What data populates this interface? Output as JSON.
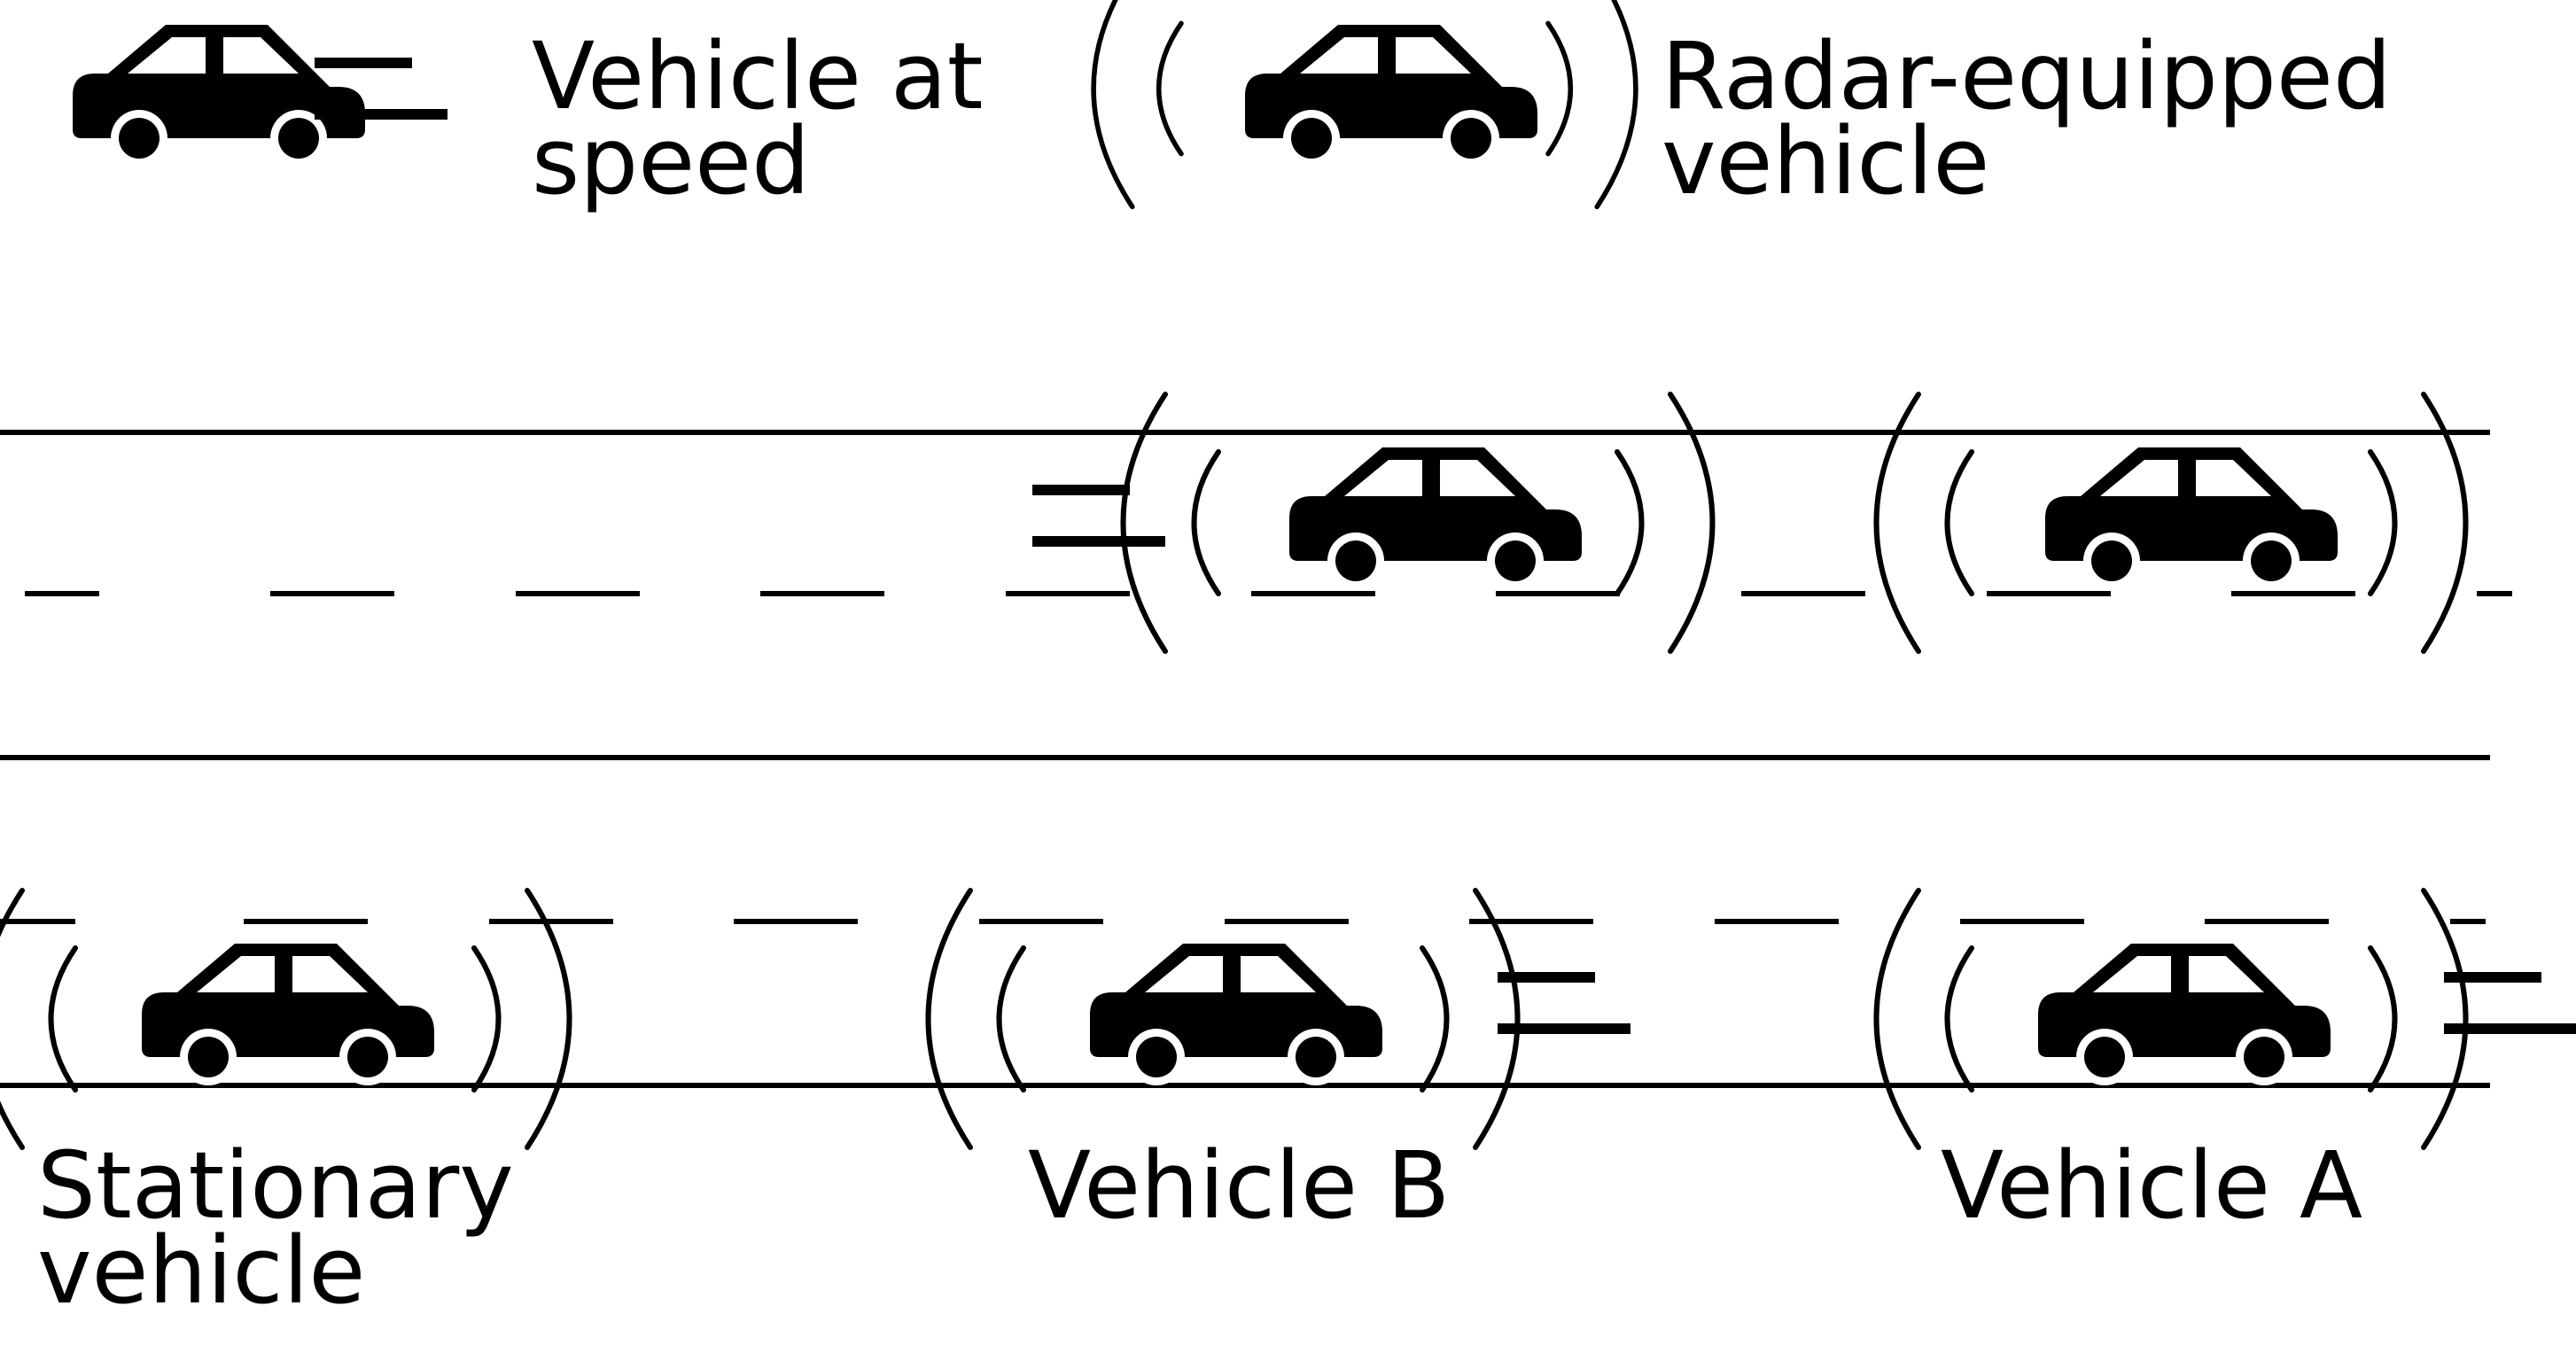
{
  "legend": {
    "speed_label": "Vehicle at\nspeed",
    "radar_label": "Radar-equipped\nvehicle"
  },
  "labels": {
    "stationary": "Stationary\nvehicle",
    "vehicle_b": "Vehicle B",
    "vehicle_a": "Vehicle A"
  },
  "colors": {
    "ink": "#000000",
    "background": "#ffffff"
  }
}
